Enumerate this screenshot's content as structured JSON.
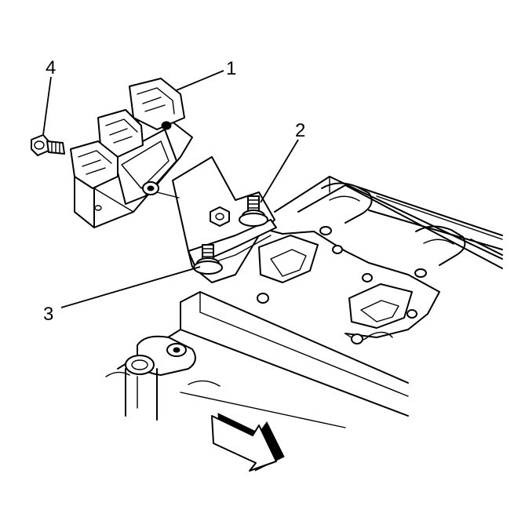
{
  "callouts": [
    {
      "id": "1",
      "label": "1"
    },
    {
      "id": "2",
      "label": "2"
    },
    {
      "id": "3",
      "label": "3"
    },
    {
      "id": "4",
      "label": "4"
    }
  ],
  "colors": {
    "stroke": "#000000",
    "background": "#ffffff"
  },
  "icons": {
    "direction_arrow": "arrow-icon"
  }
}
